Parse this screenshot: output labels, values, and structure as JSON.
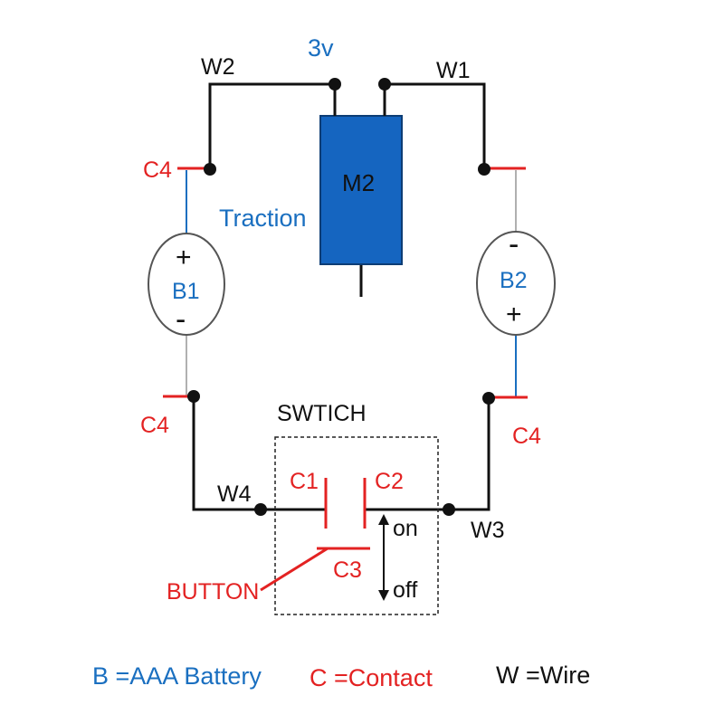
{
  "colors": {
    "wire": "#111111",
    "battery_label": "#1a6fc0",
    "contact_label": "#e32222",
    "motor_fill": "#1565c0",
    "motor_stroke": "#0d3d75"
  },
  "labels": {
    "w1": "W1",
    "w2": "W2",
    "w3": "W3",
    "w4": "W4",
    "voltage": "3v",
    "motor": "M2",
    "traction": "Traction",
    "b1": "B1",
    "b2": "B2",
    "plus": "+",
    "minus": "-",
    "c4": "C4",
    "c1": "C1",
    "c2": "C2",
    "c3": "C3",
    "switch_title": "SWTICH",
    "on": "on",
    "off": "off",
    "button": "BUTTON"
  },
  "legend": {
    "battery": "B =AAA Battery",
    "contact": "C =Contact",
    "wire": "W =Wire"
  }
}
